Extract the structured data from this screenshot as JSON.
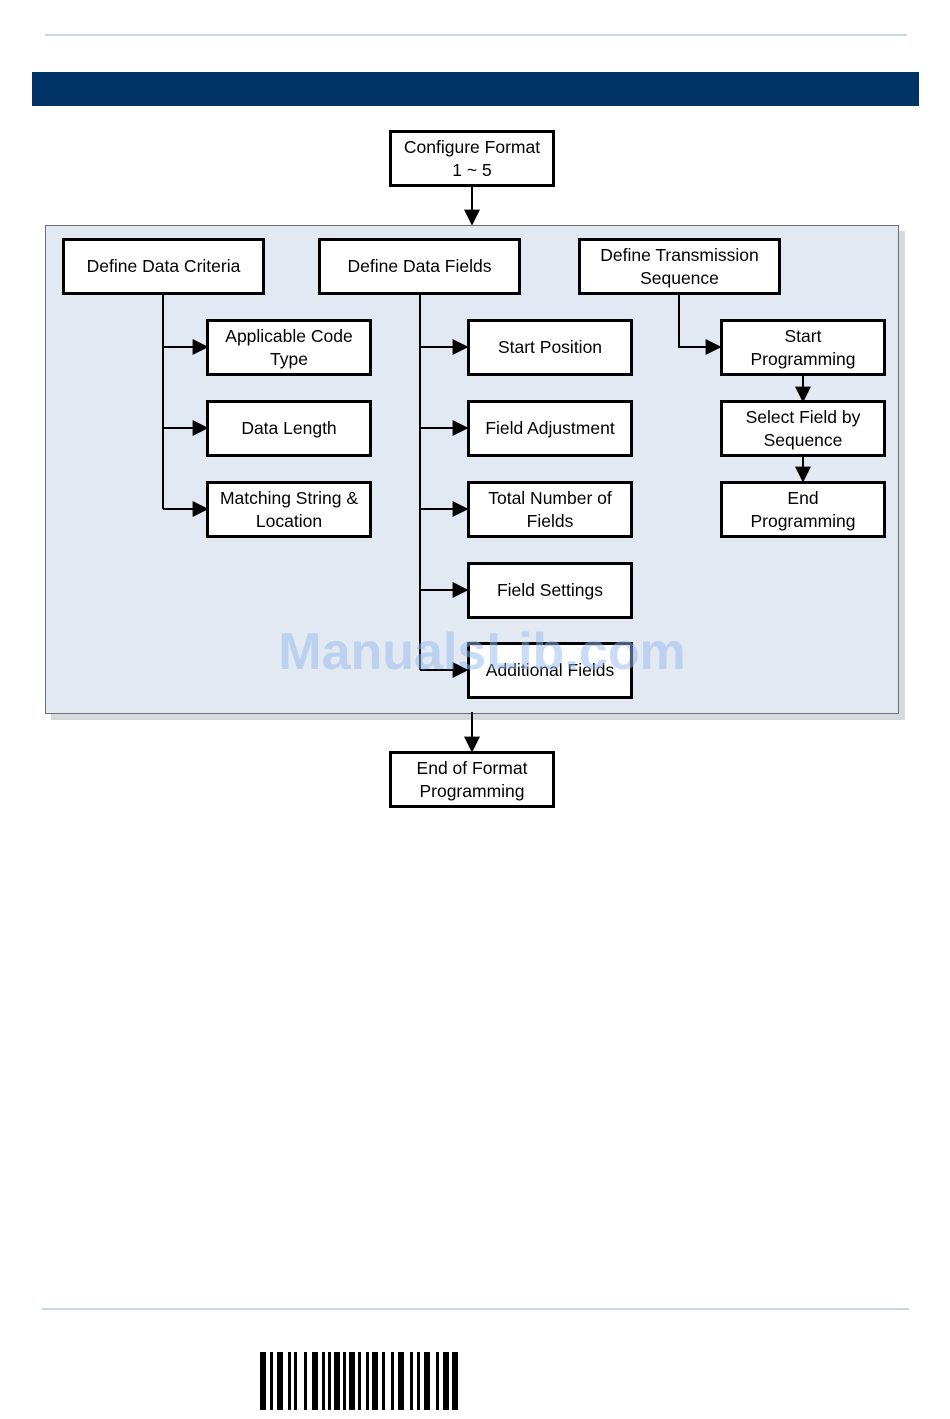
{
  "diagram": {
    "top_node": "Configure Format\n1 ~ 5",
    "bottom_node": "End of Format\nProgramming",
    "columns": [
      {
        "header": "Define Data Criteria",
        "children": [
          "Applicable Code\nType",
          "Data Length",
          "Matching String &\nLocation"
        ]
      },
      {
        "header": "Define Data Fields",
        "children": [
          "Start Position",
          "Field Adjustment",
          "Total Number of\nFields",
          "Field Settings",
          "Additional Fields"
        ]
      },
      {
        "header": "Define Transmission\nSequence",
        "children": [
          "Start\nProgramming",
          "Select Field by\nSequence",
          "End\nProgramming"
        ]
      }
    ]
  },
  "watermark": "ManualsLib.com",
  "colors": {
    "header_bar": "#003366",
    "panel_bg": "#e3e9f2",
    "rule": "#c9d6e6"
  }
}
